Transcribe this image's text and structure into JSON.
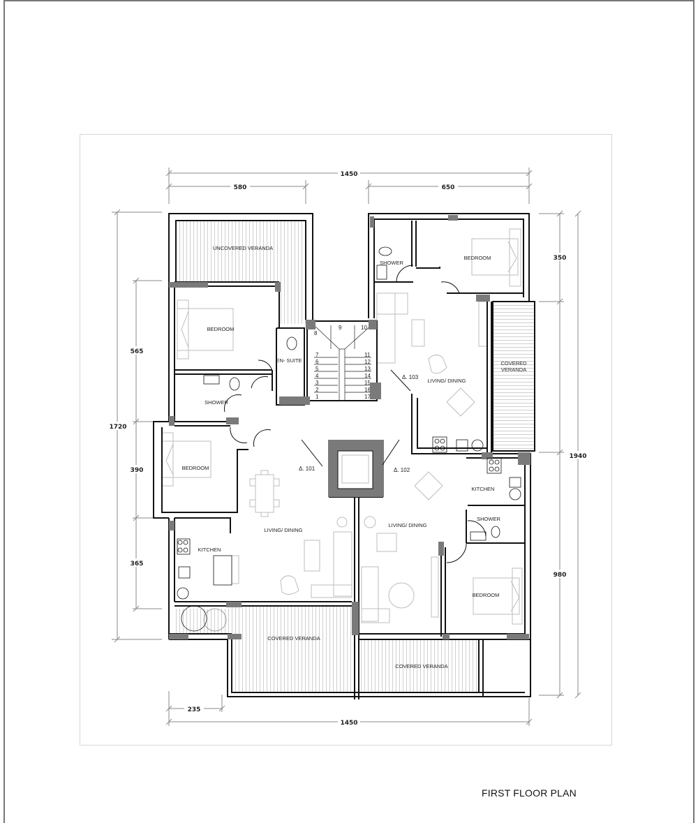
{
  "sheet": {
    "title": "FIRST FLOOR PLAN"
  },
  "colors": {
    "wall": "#111111",
    "column": "#7a7a7a",
    "furniture": "#bdbdbd",
    "hatch": "#c9c9c9",
    "dimension": "#8a8a8a"
  },
  "dimensions": {
    "top_overall": "1450",
    "top_left": "580",
    "top_right": "650",
    "bottom_overall": "1450",
    "bottom_left": "235",
    "left_overall": "1720",
    "left_1": "565",
    "left_2": "390",
    "left_3": "365",
    "right_overall": "1940",
    "right_1": "350",
    "right_2": "980"
  },
  "rooms": {
    "uncovered_veranda": "UNCOVERED VERANDA",
    "bedroom_nw": "BEDROOM",
    "en_suite": "EN- SUITE",
    "shower_w": "SHOWER",
    "bedroom_w": "BEDROOM",
    "kitchen_101": "KITCHEN",
    "living_101": "LIVING/ DINING",
    "covered_veranda_sw": "COVERED VERANDA",
    "shower_ne": "SHOWER",
    "bedroom_ne": "BEDROOM",
    "living_103": "LIVING/ DINING",
    "covered_veranda_e_1": "COVERED",
    "covered_veranda_e_2": "VERANDA",
    "kitchen_102": "KITCHEN",
    "shower_102": "SHOWER",
    "living_102": "LIVING/ DINING",
    "bedroom_se": "BEDROOM",
    "covered_veranda_se": "COVERED VERANDA"
  },
  "levels": {
    "unit_101": "Δ. 101",
    "unit_102": "Δ. 102",
    "unit_103": "Δ. 103"
  },
  "stairs": {
    "left_flight": [
      "7",
      "6",
      "5",
      "4",
      "3",
      "2",
      "1"
    ],
    "right_flight": [
      "11",
      "12",
      "13",
      "14",
      "15",
      "16",
      "17"
    ],
    "landing": [
      "8",
      "9",
      "10"
    ]
  }
}
